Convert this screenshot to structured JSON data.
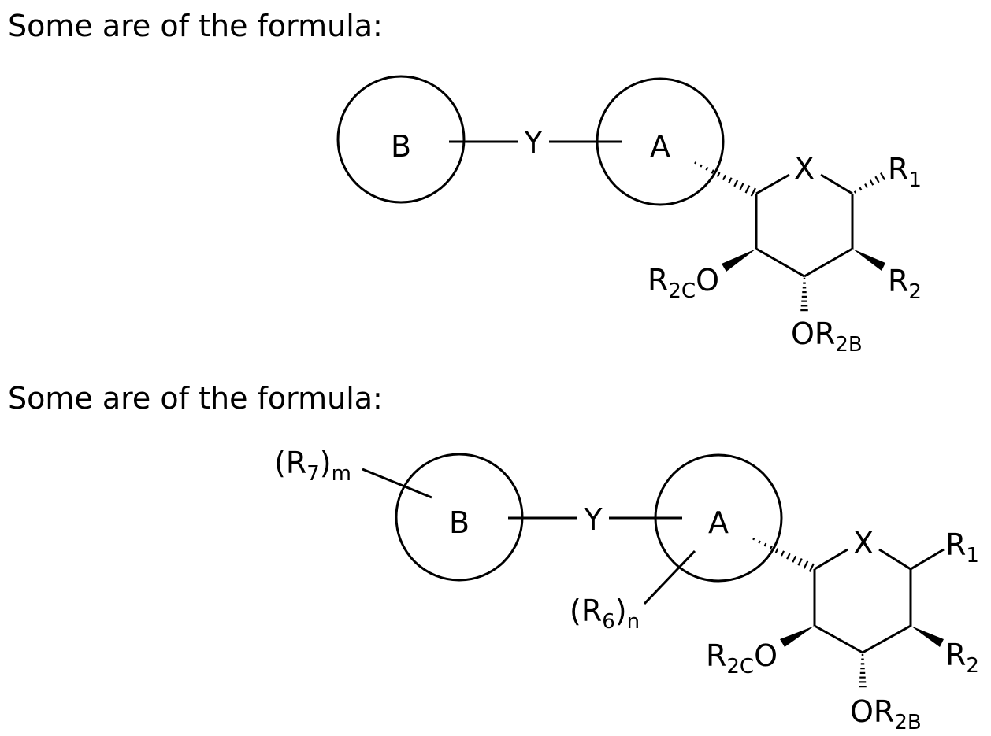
{
  "intro_1": "Some are of the formula:",
  "intro_2": "Some are of the formula:",
  "structure_1": {
    "ring_b": "B",
    "ring_a": "A",
    "linker": "Y",
    "ring_atom": "X",
    "r1": {
      "main": "R",
      "sub": "1"
    },
    "r2": {
      "main": "R",
      "sub": "2"
    },
    "r2c_o": {
      "main": "R",
      "sub": "2C",
      "tail": "O"
    },
    "or2b": {
      "main": "OR",
      "sub": "2B"
    }
  },
  "structure_2": {
    "ring_b": "B",
    "ring_a": "A",
    "linker": "Y",
    "ring_atom": "X",
    "r7m": {
      "open": "(R",
      "sub": "7",
      "close": ")",
      "sub2": "m"
    },
    "r6n": {
      "open": "(R",
      "sub": "6",
      "close": ")",
      "sub2": "n"
    },
    "r1": {
      "main": "R",
      "sub": "1"
    },
    "r2": {
      "main": "R",
      "sub": "2"
    },
    "r2c_o": {
      "main": "R",
      "sub": "2C",
      "tail": "O"
    },
    "or2b": {
      "main": "OR",
      "sub": "2B"
    }
  }
}
